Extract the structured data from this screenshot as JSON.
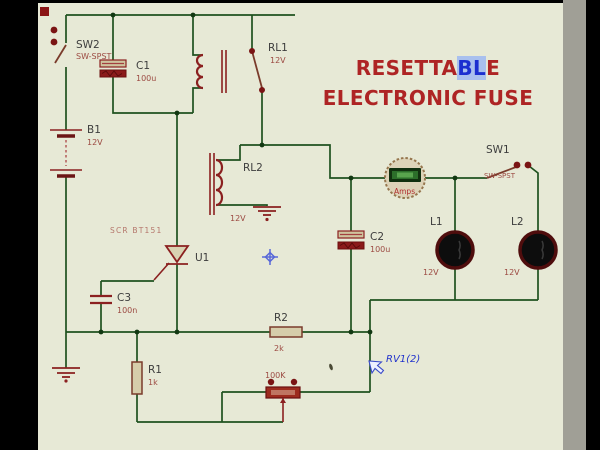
{
  "title": {
    "part1": "RESETTA",
    "part2": "BL",
    "part3": "E",
    "line2": "ELECTRONIC FUSE"
  },
  "components": {
    "sw2": {
      "ref": "SW2",
      "type": "SW-SPST"
    },
    "sw1": {
      "ref": "SW1",
      "type": "SW-SPST"
    },
    "c1": {
      "ref": "C1",
      "value": "100u"
    },
    "c2": {
      "ref": "C2",
      "value": "100u"
    },
    "c3": {
      "ref": "C3",
      "value": "100n"
    },
    "b1": {
      "ref": "B1",
      "value": "12V"
    },
    "rl1": {
      "ref": "RL1",
      "value": "12V"
    },
    "rl2": {
      "ref": "RL2",
      "value": "12V"
    },
    "u1": {
      "ref": "U1",
      "part": "SCR  BT151"
    },
    "r1": {
      "ref": "R1",
      "value": "1k"
    },
    "r2": {
      "ref": "R2",
      "value": "2k"
    },
    "rv1": {
      "value": "100K"
    },
    "ammeter": {
      "label": "Amps"
    },
    "l1": {
      "ref": "L1",
      "value": "12V"
    },
    "l2": {
      "ref": "L2",
      "value": "12V"
    }
  },
  "annotations": {
    "net_label": "RV1(2)"
  },
  "colors": {
    "background": "#e7e9d6",
    "wire_green": "#1f521f",
    "component_red": "#8b2020",
    "title_red": "#ae2424",
    "net_blue": "#2233cc",
    "letterbox_black": "#000000"
  }
}
